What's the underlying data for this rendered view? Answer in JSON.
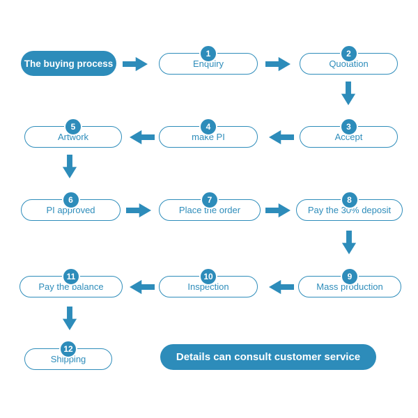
{
  "colors": {
    "primary": "#2d8cba"
  },
  "title": "The buying process",
  "footer": "Details can consult customer service",
  "steps": [
    {
      "num": "1",
      "label": "Enquiry"
    },
    {
      "num": "2",
      "label": "Quotation"
    },
    {
      "num": "3",
      "label": "Accept"
    },
    {
      "num": "4",
      "label": "make PI"
    },
    {
      "num": "5",
      "label": "Artwork"
    },
    {
      "num": "6",
      "label": "PI approved"
    },
    {
      "num": "7",
      "label": "Place the order"
    },
    {
      "num": "8",
      "label": "Pay the 30% deposit"
    },
    {
      "num": "9",
      "label": "Mass production"
    },
    {
      "num": "10",
      "label": "Inspection"
    },
    {
      "num": "11",
      "label": "Pay the balance"
    },
    {
      "num": "12",
      "label": "Shipping"
    }
  ]
}
